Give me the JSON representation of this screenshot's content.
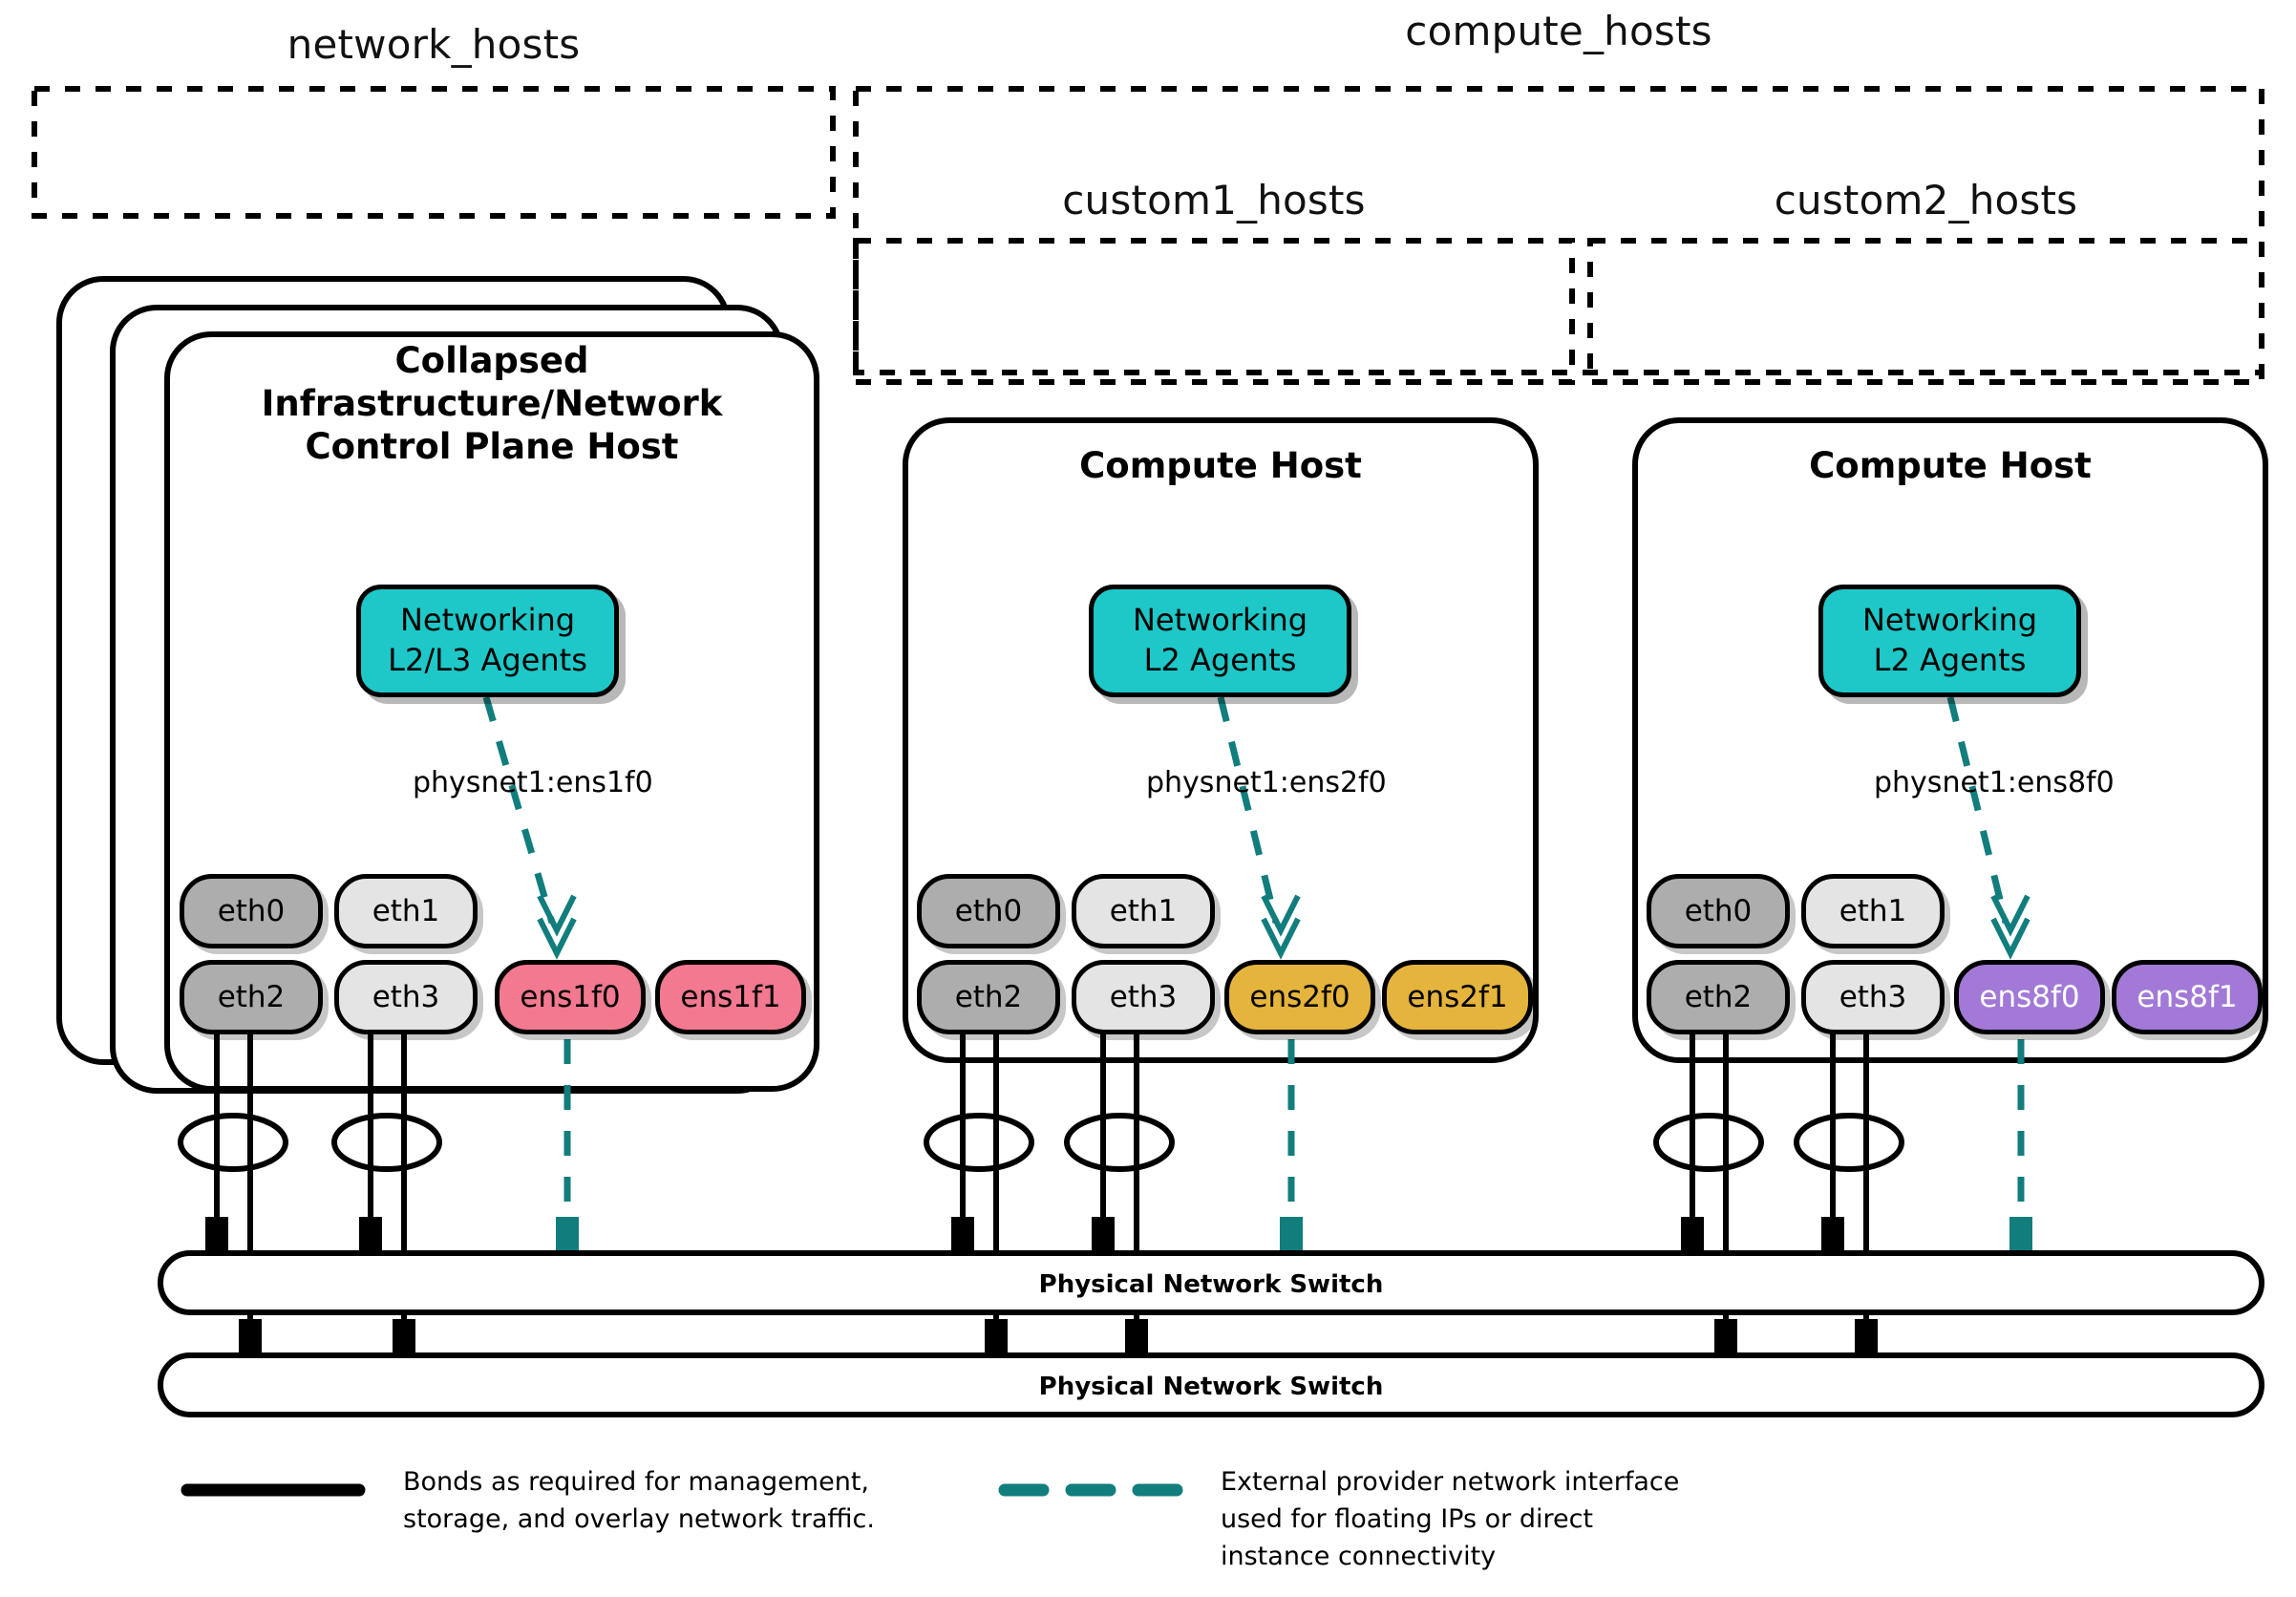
{
  "diagram": {
    "title": "OpenStack host networking layout",
    "colors": {
      "agent_fill": "#1EC8C8",
      "nic_dark_gray": "#ADADAD",
      "nic_light_gray": "#E4E4E4",
      "nic_pink": "#F2798F",
      "nic_orange": "#E5B43C",
      "nic_purple": "#A279D6",
      "provider_link": "#127D7D",
      "bond_link": "#000000",
      "outline": "#000000"
    },
    "groups": [
      {
        "name": "network_hosts",
        "label": "network_hosts"
      },
      {
        "name": "compute_hosts",
        "label": "compute_hosts"
      },
      {
        "name": "custom1_hosts",
        "label": "custom1_hosts"
      },
      {
        "name": "custom2_hosts",
        "label": "custom2_hosts"
      }
    ],
    "hosts": [
      {
        "id": "control",
        "title": "Collapsed\nInfrastructure/Network\nControl Plane Host",
        "stacked": true,
        "agent": {
          "line1": "Networking",
          "line2": "L2/L3 Agents"
        },
        "physnet": "physnet1:ens1f0",
        "nics_top": [
          {
            "name": "eth0",
            "style": "dark"
          },
          {
            "name": "eth1",
            "style": "light"
          }
        ],
        "nics_bottom": [
          {
            "name": "eth2",
            "style": "dark"
          },
          {
            "name": "eth3",
            "style": "light"
          },
          {
            "name": "ens1f0",
            "style": "pink"
          },
          {
            "name": "ens1f1",
            "style": "pink"
          }
        ]
      },
      {
        "id": "compute1",
        "title": "Compute Host",
        "stacked": false,
        "agent": {
          "line1": "Networking",
          "line2": "L2 Agents"
        },
        "physnet": "physnet1:ens2f0",
        "nics_top": [
          {
            "name": "eth0",
            "style": "dark"
          },
          {
            "name": "eth1",
            "style": "light"
          }
        ],
        "nics_bottom": [
          {
            "name": "eth2",
            "style": "dark"
          },
          {
            "name": "eth3",
            "style": "light"
          },
          {
            "name": "ens2f0",
            "style": "orange"
          },
          {
            "name": "ens2f1",
            "style": "orange"
          }
        ]
      },
      {
        "id": "compute2",
        "title": "Compute Host",
        "stacked": false,
        "agent": {
          "line1": "Networking",
          "line2": "L2 Agents"
        },
        "physnet": "physnet1:ens8f0",
        "nics_top": [
          {
            "name": "eth0",
            "style": "dark"
          },
          {
            "name": "eth1",
            "style": "light"
          }
        ],
        "nics_bottom": [
          {
            "name": "eth2",
            "style": "dark"
          },
          {
            "name": "eth3",
            "style": "light"
          },
          {
            "name": "ens8f0",
            "style": "purple"
          },
          {
            "name": "ens8f1",
            "style": "purple"
          }
        ]
      }
    ],
    "switches": [
      {
        "id": "switch-top",
        "label": "Physical Network Switch"
      },
      {
        "id": "switch-bottom",
        "label": "Physical Network Switch"
      }
    ],
    "legend": [
      {
        "id": "bond",
        "style": "solid",
        "text": "Bonds as required for management,\nstorage, and overlay network traffic."
      },
      {
        "id": "provider",
        "style": "dashed",
        "text": "External provider network interface\nused for floating IPs or direct\ninstance connectivity"
      }
    ]
  }
}
